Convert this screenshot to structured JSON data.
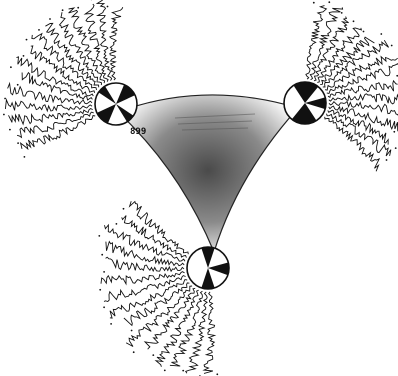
{
  "figure": {
    "colors": {
      "ink": "#111111",
      "background": "#ffffff",
      "shade": "#6f6f6f"
    },
    "fans": [
      {
        "id": "upper-left",
        "seismogram_count": 15
      },
      {
        "id": "upper-right",
        "seismogram_count": 15
      },
      {
        "id": "bottom",
        "seismogram_count": 15
      }
    ],
    "focal_mechanisms": [
      {
        "id": "upper-left",
        "icon": "beachball-icon"
      },
      {
        "id": "upper-right",
        "icon": "beachball-icon"
      },
      {
        "id": "bottom",
        "icon": "beachball-icon"
      }
    ],
    "label": "899"
  }
}
